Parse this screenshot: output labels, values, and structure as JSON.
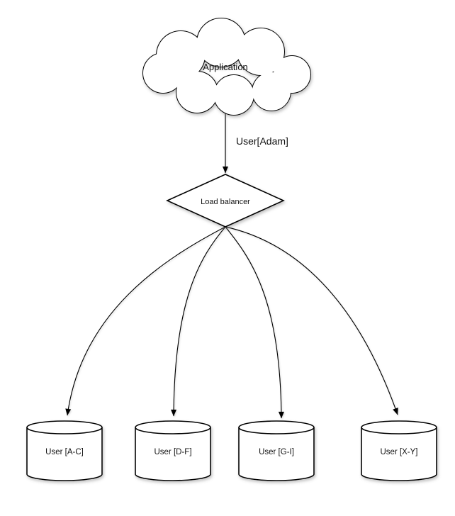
{
  "diagram": {
    "title_hint": "sharded user database behind a load balancer",
    "colors": {
      "stroke": "#000000",
      "fill": "#ffffff",
      "text": "#111111",
      "shadow": "#777777"
    },
    "nodes": {
      "application": {
        "type": "cloud",
        "label": "Application"
      },
      "load_balancer": {
        "type": "diamond",
        "label": "Load balancer"
      },
      "shard_ac": {
        "type": "cylinder",
        "label": "User [A-C]"
      },
      "shard_df": {
        "type": "cylinder",
        "label": "User [D-F]"
      },
      "shard_gi": {
        "type": "cylinder",
        "label": "User [G-I]"
      },
      "shard_xy": {
        "type": "cylinder",
        "label": "User [X-Y]"
      }
    },
    "edges": {
      "app_to_lb": {
        "from": "application",
        "to": "load_balancer",
        "label": "User[Adam]"
      },
      "lb_to_ac": {
        "from": "load_balancer",
        "to": "shard_ac",
        "label": ""
      },
      "lb_to_df": {
        "from": "load_balancer",
        "to": "shard_df",
        "label": ""
      },
      "lb_to_gi": {
        "from": "load_balancer",
        "to": "shard_gi",
        "label": ""
      },
      "lb_to_xy": {
        "from": "load_balancer",
        "to": "shard_xy",
        "label": ""
      }
    }
  }
}
